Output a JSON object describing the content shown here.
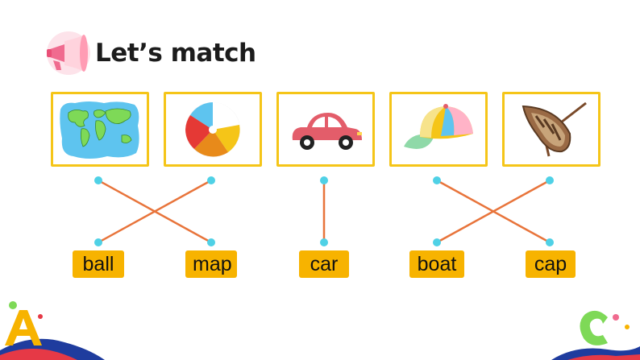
{
  "header": {
    "title": "Let’s match",
    "icon": "megaphone-icon"
  },
  "cards": [
    {
      "icon": "world-map-icon"
    },
    {
      "icon": "beach-ball-icon"
    },
    {
      "icon": "car-icon"
    },
    {
      "icon": "cap-icon"
    },
    {
      "icon": "boat-icon"
    }
  ],
  "words": [
    "ball",
    "map",
    "car",
    "boat",
    "cap"
  ],
  "matches": [
    {
      "picture": "map",
      "word": "map"
    },
    {
      "picture": "ball",
      "word": "ball"
    },
    {
      "picture": "car",
      "word": "car"
    },
    {
      "picture": "cap",
      "word": "cap"
    },
    {
      "picture": "boat",
      "word": "boat"
    }
  ],
  "colors": {
    "card_border": "#f5c518",
    "word_bg": "#f7b300",
    "line": "#e8743b",
    "dot": "#4fd1e6"
  },
  "decorations": {
    "bottom_left": "letter-a-icon",
    "bottom_right": "letter-c-icon"
  }
}
